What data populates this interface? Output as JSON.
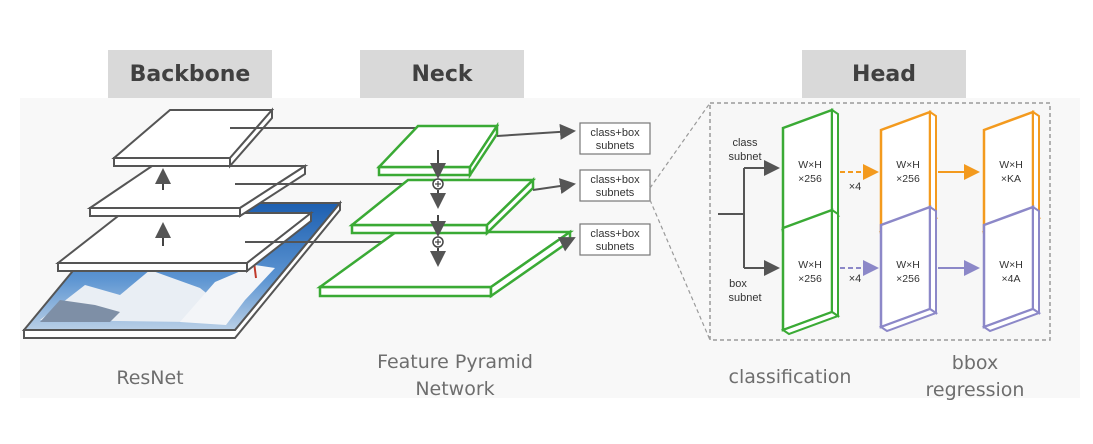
{
  "headers": {
    "backbone": "Backbone",
    "neck": "Neck",
    "head": "Head"
  },
  "captions": {
    "backbone": "ResNet",
    "neck_line1": "Feature Pyramid",
    "neck_line2": "Network",
    "classification": "classification",
    "bbox_line1": "bbox",
    "bbox_line2": "regression"
  },
  "subnet_boxes": [
    {
      "line1": "class+box",
      "line2": "subnets"
    },
    {
      "line1": "class+box",
      "line2": "subnets"
    },
    {
      "line1": "class+box",
      "line2": "subnets"
    }
  ],
  "head_labels": {
    "class_subnet_line1": "class",
    "class_subnet_line2": "subnet",
    "box_subnet_line1": "box",
    "box_subnet_line2": "subnet",
    "times4_top": "×4",
    "times4_bottom": "×4"
  },
  "feature_maps": {
    "class_first": {
      "line1": "W×H",
      "line2": "×256"
    },
    "class_mid": {
      "line1": "W×H",
      "line2": "×256"
    },
    "class_out": {
      "line1": "W×H",
      "line2": "×KA"
    },
    "box_first": {
      "line1": "W×H",
      "line2": "×256"
    },
    "box_mid": {
      "line1": "W×H",
      "line2": "×256"
    },
    "box_out": {
      "line1": "W×H",
      "line2": "×4A"
    }
  },
  "colors": {
    "backbone_stroke": "#555555",
    "fpn_green": "#3aaa35",
    "class_orange": "#f39a1e",
    "box_purple": "#8c88c8",
    "header_bg": "#d9d9d9"
  }
}
